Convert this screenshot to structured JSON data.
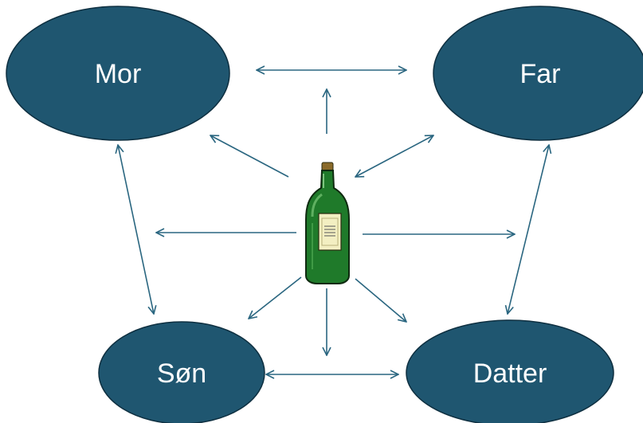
{
  "nodes": {
    "mor": {
      "label": "Mor"
    },
    "far": {
      "label": "Far"
    },
    "son": {
      "label": "Søn"
    },
    "datter": {
      "label": "Datter"
    }
  },
  "colors": {
    "node_fill": "#1f5670",
    "arrow": "#2a6680",
    "bottle_glass": "#1f7a2a",
    "bottle_label": "#f3efc2"
  },
  "center_icon": "wine-bottle-icon"
}
